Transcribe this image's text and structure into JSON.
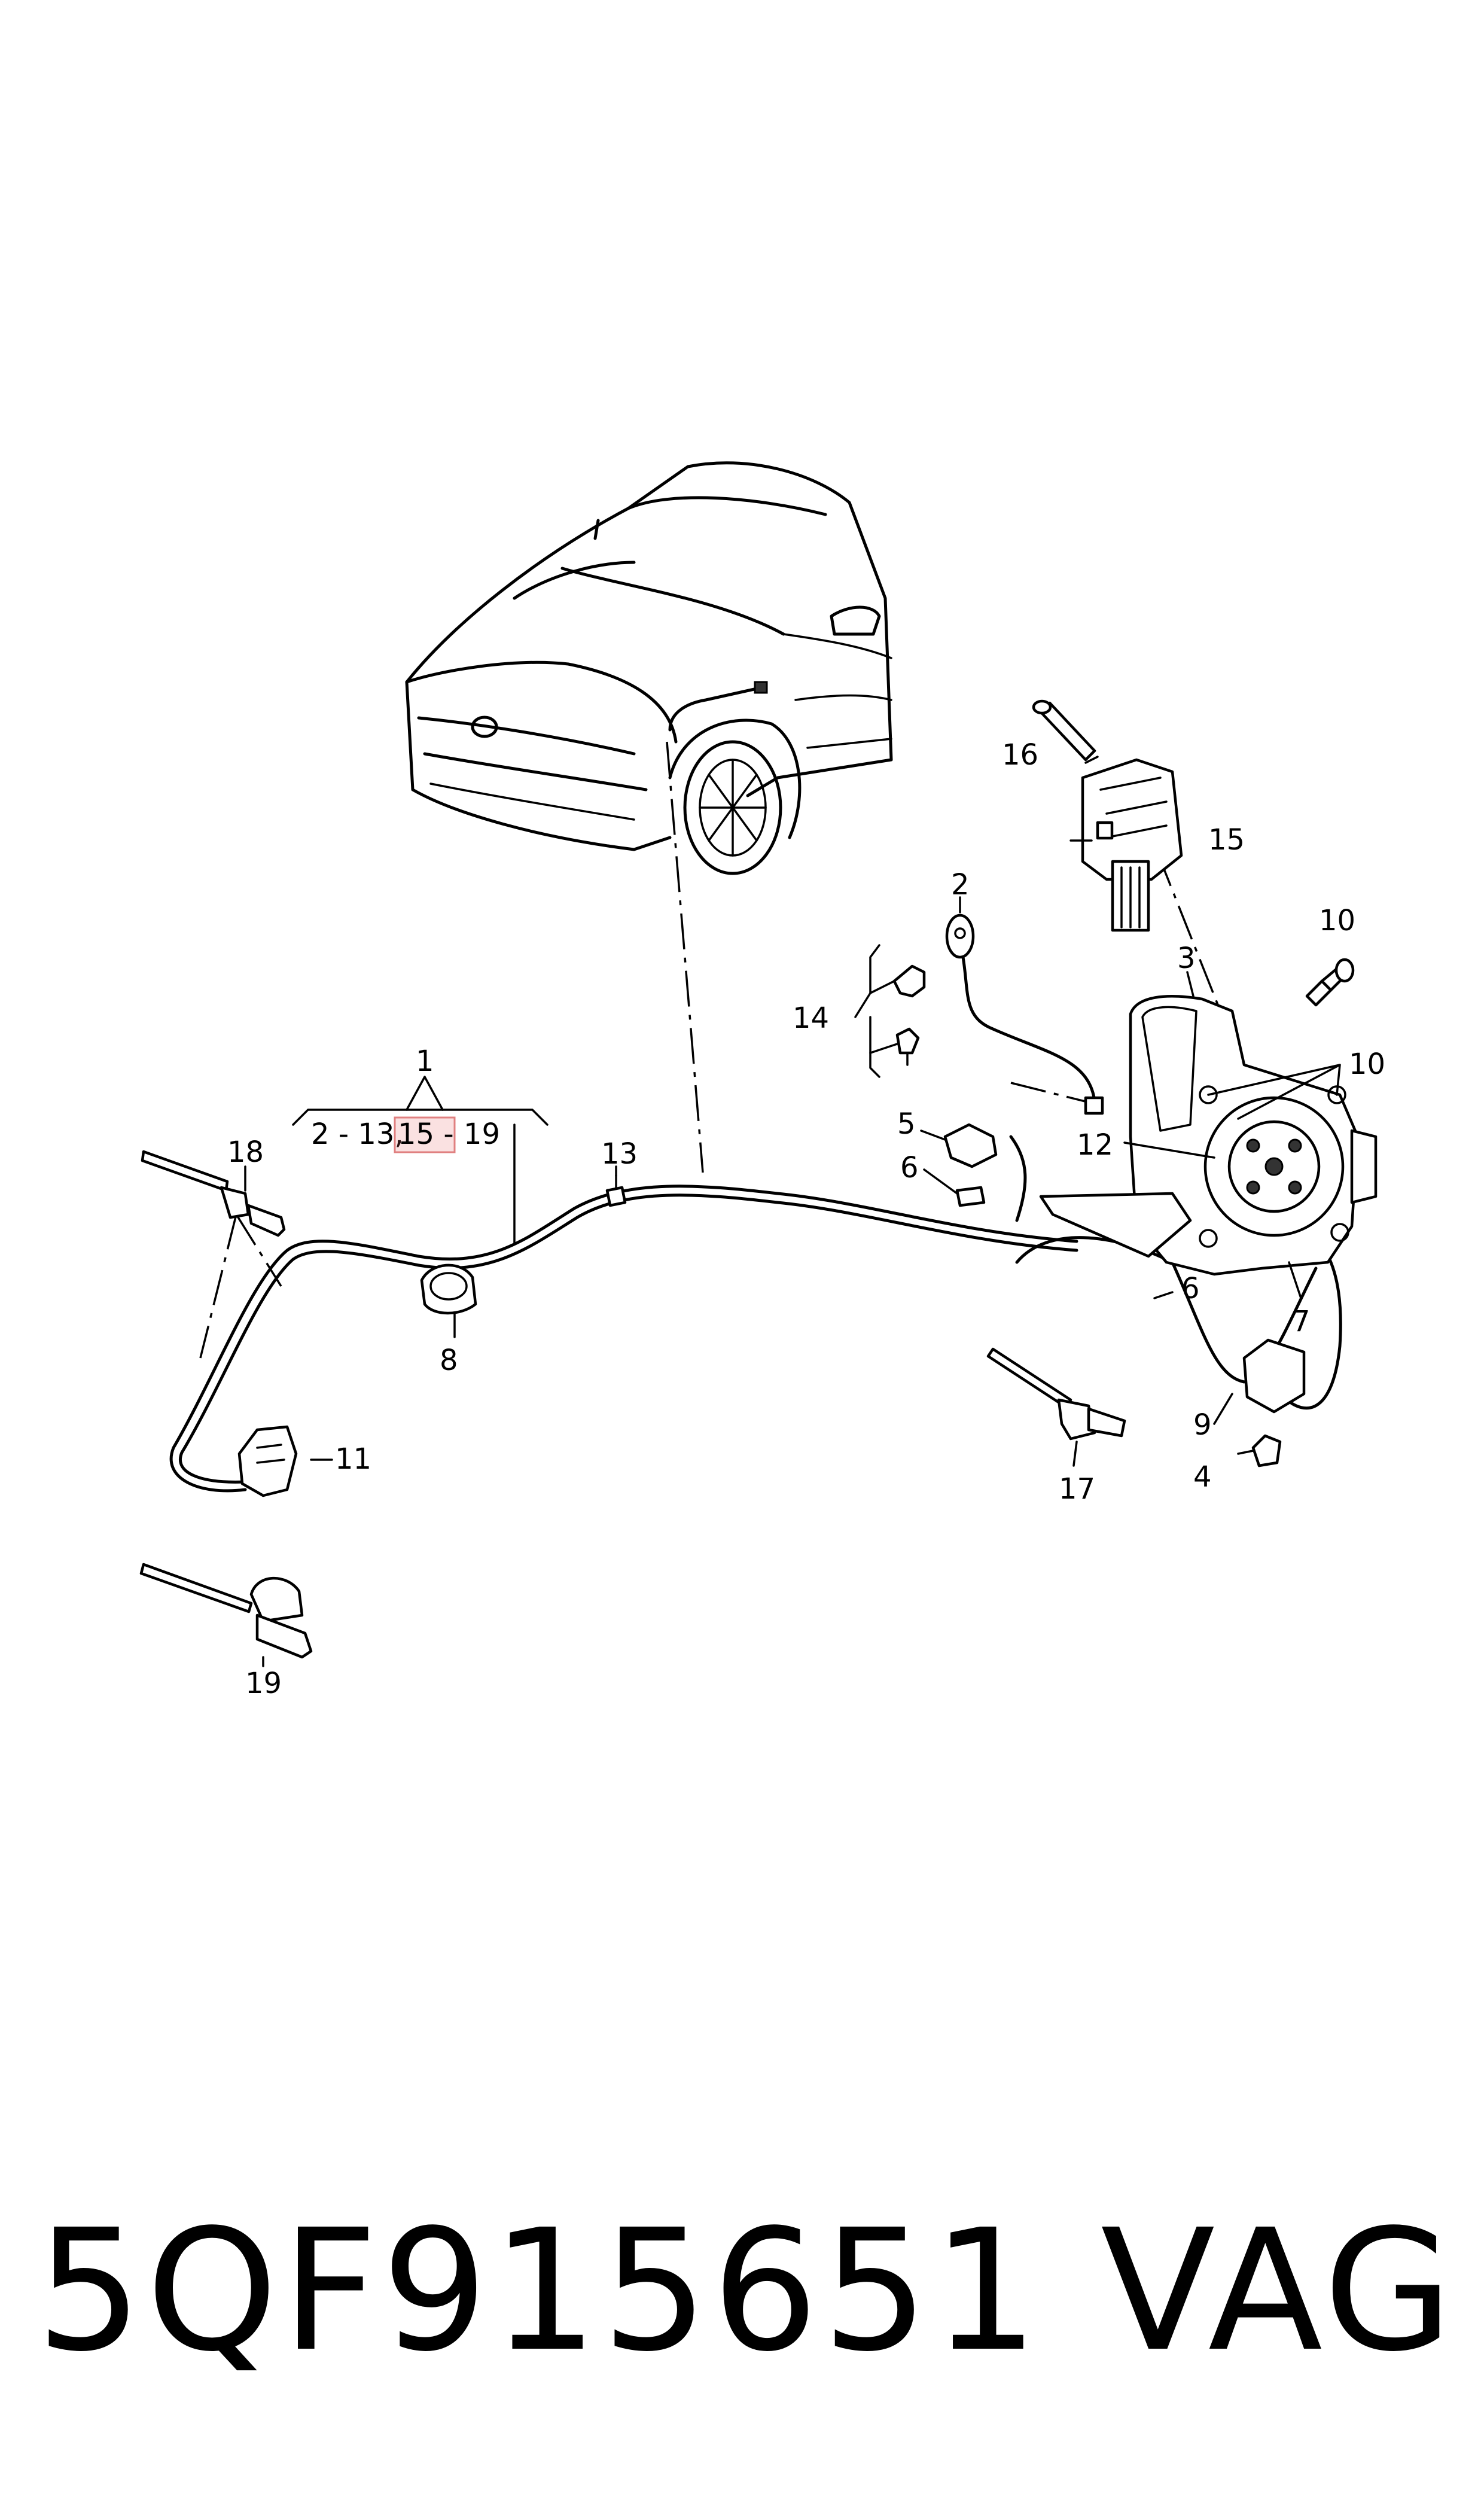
{
  "diagram": {
    "group_label": {
      "main": "1",
      "range_a": "2 - 13,",
      "range_b": "15 -",
      "range_c": "19"
    },
    "callouts": {
      "c2": "2",
      "c3": "3",
      "c4": "4",
      "c5": "5",
      "c6a": "6",
      "c6b": "6",
      "c7": "7",
      "c8": "8",
      "c9": "9",
      "c10a": "10",
      "c10b": "10",
      "c11": "11",
      "c12": "12",
      "c13": "13",
      "c14": "14",
      "c15": "15",
      "c16": "16",
      "c17": "17",
      "c18": "18",
      "c19": "19"
    }
  },
  "footer": {
    "part_number": "5QF915651",
    "brand": "VAG"
  }
}
